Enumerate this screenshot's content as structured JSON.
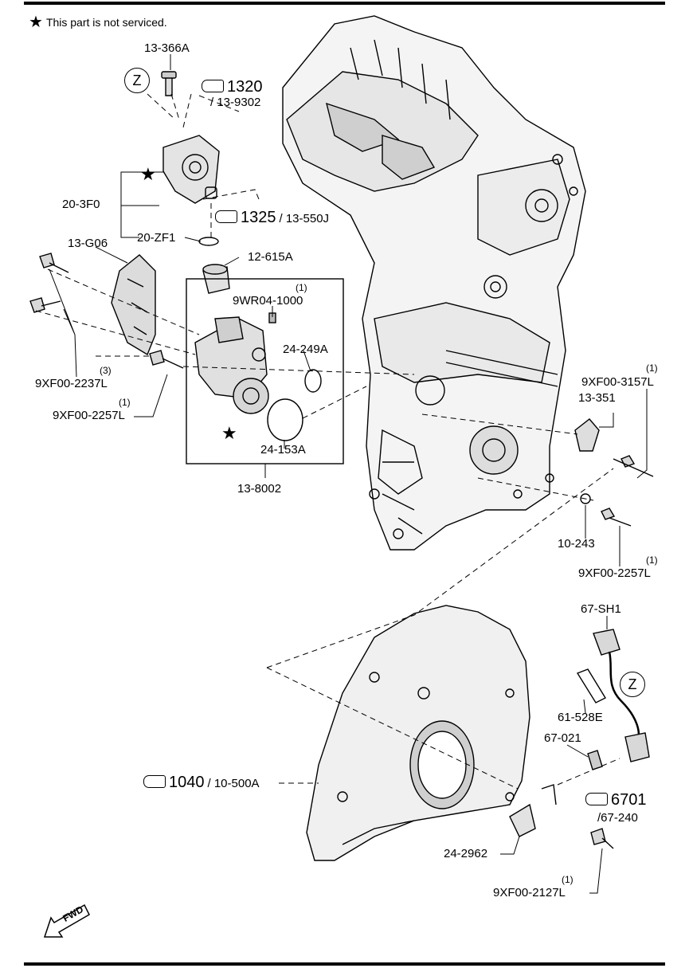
{
  "note": {
    "symbol": "★",
    "text": "This part is not serviced."
  },
  "labels": {
    "bolt_top": "13-366A",
    "z_top": "Z",
    "ref_1320": {
      "big": "1320",
      "small": "/ 13-9302"
    },
    "pump_group": "20-3F0",
    "ref_1325": {
      "big": "1325",
      "small": "/ 13-550J"
    },
    "shield": "13-G06",
    "oring_small": "20-ZF1",
    "lifter": "12-615A",
    "plug_qty": "(1)",
    "plug": "9WR04-1000",
    "gasket_small": "24-249A",
    "bolts_shield_qty": "(3)",
    "bolts_shield": "9XF00-2237L",
    "bolt_housing_qty": "(1)",
    "bolt_housing": "9XF00-2257L",
    "gasket_large": "24-153A",
    "housing": "13-8002",
    "bolt_sensor_qty": "(1)",
    "bolt_sensor": "9XF00-3157L",
    "sensor": "13-351",
    "washer": "10-243",
    "bolt_washer_qty": "(1)",
    "bolt_washer": "9XF00-2257L",
    "harness": "67-SH1",
    "z_bottom": "Z",
    "clip": "61-528E",
    "connector": "67-021",
    "ref_1040": {
      "big": "1040",
      "small": "/ 10-500A"
    },
    "ref_6701": {
      "big": "6701",
      "small": "/67-240"
    },
    "bracket": "24-2962",
    "bolt_bracket_qty": "(1)",
    "bolt_bracket": "9XF00-2127L",
    "fwd": "FWD"
  }
}
